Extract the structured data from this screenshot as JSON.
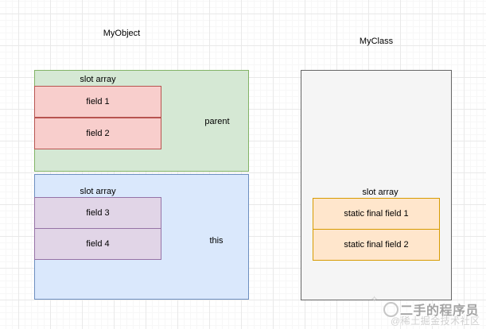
{
  "diagram": {
    "my_object": {
      "title": "MyObject",
      "parent_group": {
        "slot_label": "slot array",
        "region_label": "parent",
        "fields": [
          "field 1",
          "field 2"
        ],
        "fill": "#d5e8d4",
        "stroke": "#82b366",
        "field_fill": "#f8cecc",
        "field_stroke": "#b85450"
      },
      "this_group": {
        "slot_label": "slot array",
        "region_label": "this",
        "fields": [
          "field 3",
          "field 4"
        ],
        "fill": "#dae8fc",
        "stroke": "#6c8ebf",
        "field_fill": "#e1d5e7",
        "field_stroke": "#9673a6"
      }
    },
    "my_class": {
      "title": "MyClass",
      "static_group": {
        "slot_label": "slot array",
        "fields": [
          "static final field 1",
          "static final field 2"
        ],
        "fill": "#f5f5f5",
        "stroke": "#666666",
        "field_fill": "#ffe6cc",
        "field_stroke": "#d79b00"
      }
    }
  },
  "watermark": {
    "name": "二手的程序员",
    "community": "@稀土掘金技术社区"
  }
}
